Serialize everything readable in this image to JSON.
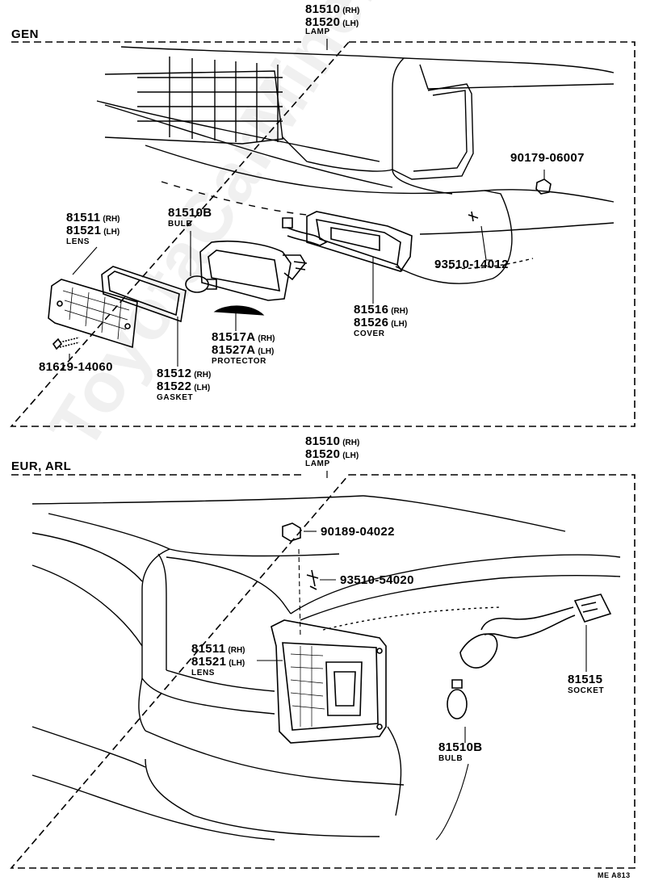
{
  "watermark": "ToyotaCarMine.ru",
  "footer_code": "ME A813",
  "gen": {
    "title": "GEN",
    "lamp": {
      "rh": "81510",
      "rh_sfx": "(RH)",
      "lh": "81520",
      "lh_sfx": "(LH)",
      "name": "LAMP"
    },
    "nut": "90179-06007",
    "screw": "93510-14012",
    "bulb": {
      "no": "81510B",
      "name": "BULB"
    },
    "lens": {
      "rh": "81511",
      "rh_sfx": "(RH)",
      "lh": "81521",
      "lh_sfx": "(LH)",
      "name": "LENS"
    },
    "cover": {
      "rh": "81516",
      "rh_sfx": "(RH)",
      "lh": "81526",
      "lh_sfx": "(LH)",
      "name": "COVER"
    },
    "protector": {
      "rh": "81517A",
      "rh_sfx": "(RH)",
      "lh": "81527A",
      "lh_sfx": "(LH)",
      "name": "PROTECTOR"
    },
    "bolt": "81619-14060",
    "gasket": {
      "rh": "81512",
      "rh_sfx": "(RH)",
      "lh": "81522",
      "lh_sfx": "(LH)",
      "name": "GASKET"
    }
  },
  "eur": {
    "title": "EUR, ARL",
    "lamp": {
      "rh": "81510",
      "rh_sfx": "(RH)",
      "lh": "81520",
      "lh_sfx": "(LH)",
      "name": "LAMP"
    },
    "nut": "90189-04022",
    "screw": "93510-54020",
    "lens": {
      "rh": "81511",
      "rh_sfx": "(RH)",
      "lh": "81521",
      "lh_sfx": "(LH)",
      "name": "LENS"
    },
    "socket": {
      "no": "81515",
      "name": "SOCKET"
    },
    "bulb": {
      "no": "81510B",
      "name": "BULB"
    }
  }
}
